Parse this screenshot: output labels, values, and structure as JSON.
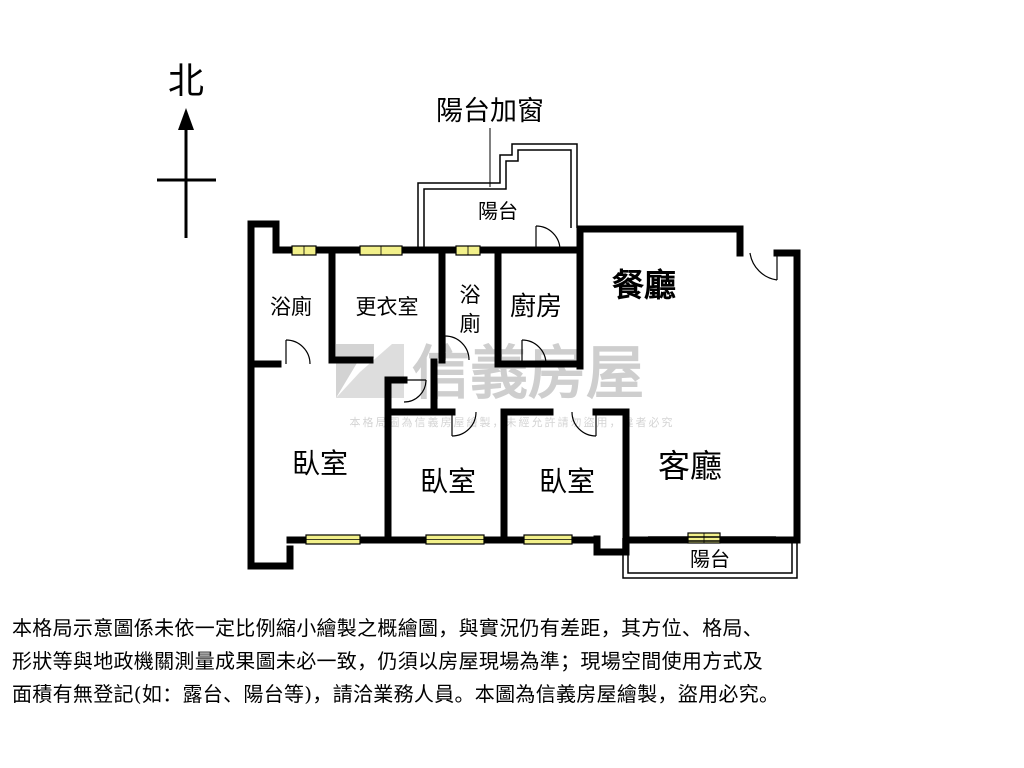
{
  "compass": {
    "north_label": "北"
  },
  "balcony_window_label": "陽台加窗",
  "rooms": {
    "balcony_top": "陽台",
    "bath_left": "浴廁",
    "dressing_room": "更衣室",
    "bath_middle_1": "浴",
    "bath_middle_2": "廁",
    "kitchen": "廚房",
    "dining": "餐廳",
    "living": "客廳",
    "bedroom_master": "臥室",
    "bedroom_2": "臥室",
    "bedroom_3": "臥室",
    "balcony_bottom": "陽台"
  },
  "watermark": {
    "brand": "信義房屋",
    "notice": "本格局圖為信義房屋繪製，未經允許請勿盜用，違者必究"
  },
  "disclaimer": {
    "line1": "本格局示意圖係未依一定比例縮小繪製之概繪圖，與實況仍有差距，其方位、格局、",
    "line2": "形狀等與地政機關測量成果圖未必一致，仍須以房屋現場為準；現場空間使用方式及",
    "line3": "面積有無登記(如：露台、陽台等)，請洽業務人員。本圖為信義房屋繪製，盜用必究。"
  }
}
